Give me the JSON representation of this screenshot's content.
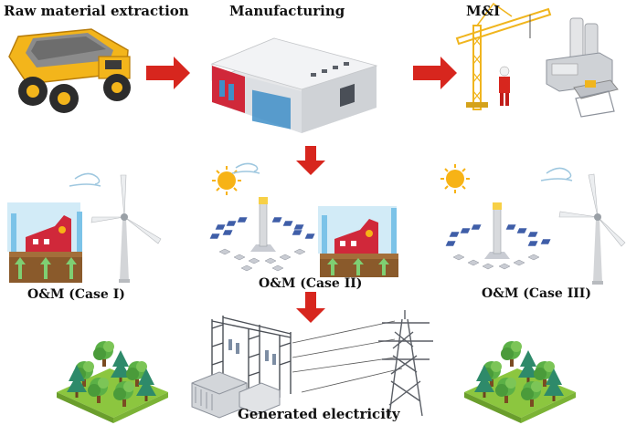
{
  "labels": {
    "raw_material": "Raw material extraction",
    "manufacturing": "Manufacturing",
    "mi": "M&I",
    "om_case1": "O&M (Case I)",
    "om_case2": "O&M (Case II)",
    "om_case3": "O&M (Case III)",
    "generated": "Generated electricity"
  },
  "colors": {
    "arrow": "#d7261e",
    "truck": "#f3b51b",
    "crane": "#f0b51e",
    "factory_red": "#d0283a",
    "sun": "#f7b316",
    "grass": "#8cc63f",
    "tree": "#4aa33b",
    "panel": "#3f5ea8"
  },
  "icons": [
    "dump-truck-icon",
    "factory-icon",
    "crane-icon",
    "worker-icon",
    "concrete-plant-icon",
    "power-plant-icon",
    "wind-turbine-icon",
    "sun-icon",
    "wind-icon",
    "solar-tower-icon",
    "forest-icon",
    "substation-icon",
    "transmission-tower-icon"
  ]
}
